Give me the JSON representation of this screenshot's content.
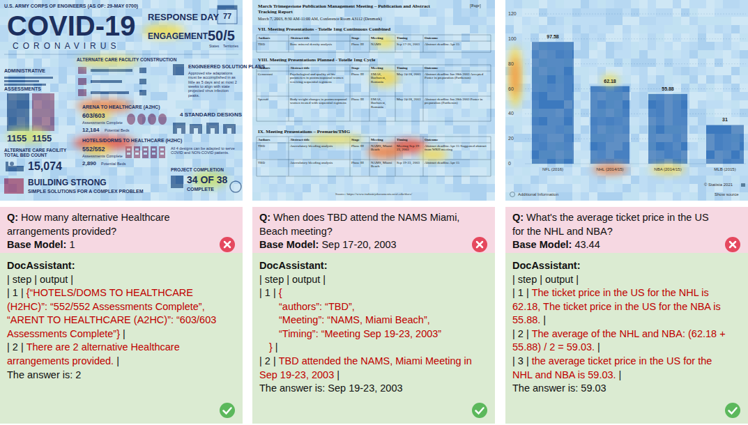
{
  "diagram": {
    "nodes": [
      {
        "text": [
          "Q:",
          "How many alternative Healthcare arrangements provided?",
          "Base Model:",
          "1"
        ]
      },
      {
        "text": [
          "DocAssistant:",
          "| step | output |",
          "| 1 |",
          "{“HOTELS/DOMS TO HEALTHCARE (H2HC)”: “552/552 Assessments Complete”, “ARENT TO HEALTHCARE (A2HC)”: “603/603 Assessments Complete”}",
          "|",
          "| 2 |",
          "There are 2 alternative Healthcare arrangements provided.",
          "|",
          "The answer is: 2"
        ]
      },
      {
        "text": [
          "Q:",
          "When does TBD attend the NAMS Miami, Beach meeting?",
          "Base Model:",
          "Sep 17-20, 2003"
        ]
      },
      {
        "text": [
          "DocAssistant:",
          "| step | output |",
          "| 1 |",
          "{",
          "“authors”: “TBD”,",
          "“Meeting”: “NAMS, Miami Beach”,",
          "“Timing”: “Meeting Sep 19-23, 2003”",
          "}",
          "|",
          "| 2 |",
          "TBD attended the NAMS, Miami Meeting in Sep 19-23, 2003",
          "|",
          "The answer is: Sep 19-23, 2003"
        ]
      },
      {
        "text": [
          "Q:",
          "What's the average ticket price in the US for the NHL and NBA?",
          "Base Model:",
          "43.44"
        ]
      },
      {
        "text": [
          "DocAssistant:",
          "| step | output |",
          "| 1 |",
          "The ticket price in the US for the NHL is 62.18, The ticket price in the US for the NBA is 55.88.",
          "|",
          "| 2 |",
          "The average of the NHL and NBA: (62.18 + 55.88) / 2 = 59.03.",
          "|",
          "| 3 |",
          "the average ticket price in the US for the NHL and NBA is 59.03.",
          "|",
          "The answer is: 59.03"
        ]
      }
    ],
    "labels": [
      "U.S. ARMY CORPS OF ENGINEERS (AS OF: 29-MAY 0700)",
      "COVID-19",
      "CORONAVIRUS",
      "RESPONSE DAY",
      "77",
      "ENGAGEMENT",
      "50/5",
      "States",
      "Territories",
      "ADMINISTRATIVE",
      "ASSESSMENTS",
      "1155",
      "1155",
      "ALTERNATE CARE FACILITY CONSTRUCTION",
      "ARENA TO HEALTHCARE (A2HC)",
      "603/603",
      "Assessments Complete",
      "12,184",
      "Potential Beds",
      "HOTELS/DORMS TO HEALTHCARE (H2HC)",
      "552/552",
      "Assessments Complete",
      "2,890",
      "Potential Beds",
      "ENGINEERED SOLUTION PLANS",
      "Approved site adaptations must be accomplished in as little as 5 days and at most 2 weeks to align with state projected virus infection peaks.",
      "4 STANDARD DESIGNS",
      "All 4 designs can be adapted to serve COVID and NON-COVID patients.",
      "ALTERNATE CARE FACILITY TOTAL BED COUNT",
      "15,074",
      "PROJECT COMPLETION",
      "34 OF 38",
      "COMPLETE",
      "BUILDING STRONG",
      "SIMPLE SOLUTIONS FOR A COMPLEX PROBLEM",
      "March Trimegestone Publication Management Meeting – Publication and Abstract Tracking Report",
      "[Page]",
      "March 7, 2003, 8:30 AM-11:00 AM, Conference Room A3112 (Denmark)",
      "VII. Meeting Presentations - Totelle 1mg Continuous Combined",
      "Authors",
      "Abstract title",
      "Stage",
      "Meeting",
      "Timing",
      "Outcome",
      "TBD",
      "Bone mineral density analysis",
      "Phase III",
      "NAMS",
      "Sep 17-20, 2003",
      "Abstract deadline Apr 15",
      "VIII. Meeting Presentations Planned - Totelle 1mg Cycle",
      "Authors",
      "Abstract title",
      "Stage",
      "Meeting",
      "Timing",
      "Outcome",
      "Genazzani",
      "Psychological and quality of life parameters in postmenopausal women receiving sequential regimens",
      "Phase III",
      "EMAS, Bucharest, Romania",
      "May 24-28, 2003",
      "Abstract deadline Jan 28th 2003 Accepted Poster in preparation (Parthenon)",
      "Speroff",
      "Body weight changes in postmenopausal women treated with sequential regimens",
      "Phase III",
      "EMAS, Bucharest, Romania",
      "May 24-28, 2003",
      "Abstract deadline Jan 28th 2003 Poster in preparation (Parthenon)",
      "IX. Meeting Presentations – Premarin/TMG",
      "Authors",
      "Abstract title",
      "Stage",
      "Meeting",
      "Timing",
      "Outcome",
      "TBD",
      "Anovulatory bleeding analysis",
      "Phase III",
      "NAMS, Miami Beach",
      "Meeting Sep 19-23, 2003",
      "Abstract deadline Apr 15 Suggested abstract from WRH meeting",
      "TBD",
      "Anovulatory bleeding analysis",
      "Phase III",
      "NAMS, Miami Beach",
      "Sep 19-23, 2003",
      "Abstract deadline Apr 15",
      "Source: https://www.industrydocuments.ucsf.edu/docs/",
      "120",
      "100",
      "80",
      "60",
      "40",
      "20",
      "0",
      "97.58",
      "62.18",
      "55.88",
      "31",
      "NFL (2016)",
      "NHL (2014/15)",
      "NBA (2014/15)",
      "MLB (2015)",
      "© Statista 2021",
      "Additional Information",
      "Show source"
    ]
  }
}
